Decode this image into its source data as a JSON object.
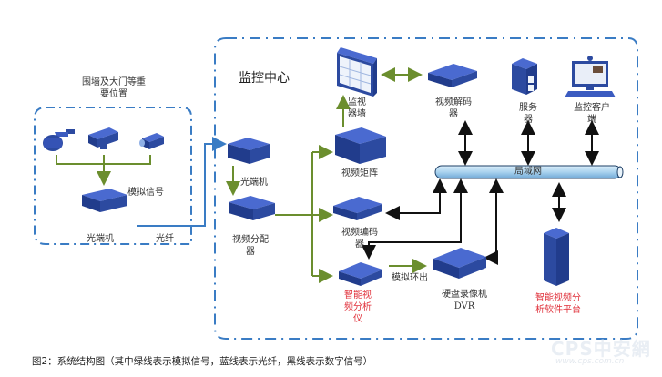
{
  "diagram": {
    "title_center": "监控中心",
    "site_group": "围墙及大门等重\n要位置",
    "nodes": {
      "optical_terminal_site": "光端机",
      "optical_terminal_center": "光端机",
      "video_distributor": "视频分配\n器",
      "video_matrix": "视频矩阵",
      "monitor_wall": "监视\n器墙",
      "video_decoder": "视频解码\n器",
      "server": "服务\n器",
      "monitor_client": "监控客户\n端",
      "video_encoder": "视频编码\n器",
      "analyzer": "智能视\n频分析\n仪",
      "dvr": "硬盘录像机\nDVR",
      "lan": "局域网",
      "analysis_platform": "智能视频分\n析软件平台"
    },
    "edge_labels": {
      "analog_signal": "模拟信号",
      "fiber": "光纤",
      "analog_loop_out": "模拟环出"
    },
    "colors": {
      "analog_line": "#6b8e2e",
      "fiber_line": "#3a7cc4",
      "digital_line": "#111111",
      "boundary": "#3a7cc4",
      "device": "#2c4aa0",
      "highlight_label": "#e0303a"
    }
  },
  "caption": "图2：系统结构图（其中绿线表示模拟信号，蓝线表示光纤，黑线表示数字信号）",
  "watermark": {
    "brand": "CPS中安網",
    "url": "www.cps.com.cn"
  }
}
